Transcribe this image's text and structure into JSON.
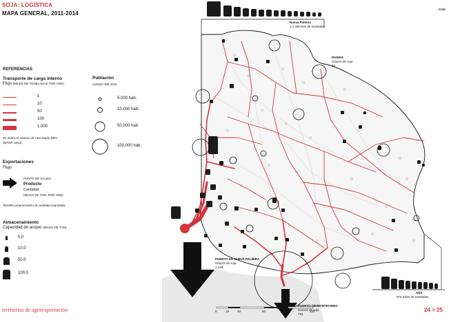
{
  "header": {
    "title": "SOJA: LOGÍSTICA",
    "subtitle": "MAPA GENERAL, 2011-2014",
    "section_tag": "soja"
  },
  "legend": {
    "title": "REFERENCIAS",
    "transport": {
      "heading": "Transporte de carga interno",
      "subheading": "Flujo",
      "unit": "(MILES DE TONELADAS POR AÑO)",
      "items": [
        "1",
        "10",
        "50",
        "100",
        "1.000"
      ],
      "note_1": "Se indica el número de ruta según DNV",
      "note_2": "(MTOP, 2014)"
    },
    "population": {
      "heading": "Población",
      "subheading": "CENSO INE 2011",
      "items": [
        "5.000 hab.",
        "10.000 hab.",
        "50.000 hab.",
        "100.000 hab."
      ]
    },
    "exports": {
      "heading": "Exportaciones",
      "subheading": "Flujo",
      "point_label": "PUNTO DE SALIDA",
      "product_label": "Producto",
      "quantity_label": "Cantidad",
      "quantity_unit": "(MILES DE TON. POR AÑO)",
      "note": "Tamaño proporcional a la cantidad exportada."
    },
    "storage": {
      "heading": "Almacenamiento",
      "subheading": "Capacidad de acopio",
      "unit": "(MILES DE TON)",
      "items": [
        "5,0",
        "10,0",
        "50,0",
        "100,0"
      ]
    }
  },
  "map_labels": {
    "nueva_palmira_title": "Nueva Palmira",
    "nueva_palmira_value": "1,1 millones de toneladas",
    "rivera_title": "RIVERA",
    "rivera_product": "Granos de soja",
    "rivera_value": "15",
    "nueva_palmira_port": "PUERTO DE NUEVA PALMIRA",
    "nueva_palmira_port_product": "Granos de soja",
    "nueva_palmira_port_value": "2.449",
    "montevideo_port": "PUERTO DE MONTEVIDEO",
    "montevideo_port_product": "Granos de soja",
    "montevideo_port_value": "761",
    "anii_title": "ANII",
    "anii_value": "570 miles de toneladas"
  },
  "scale": {
    "unit": "Km",
    "ticks": [
      "0",
      "15",
      "30",
      "60",
      "90",
      "120"
    ]
  },
  "footer": {
    "book_title": "territorios de agroexportación",
    "pages": "24 > 25"
  },
  "colors": {
    "accent": "#d6333d",
    "ink": "#1a1a1a"
  }
}
